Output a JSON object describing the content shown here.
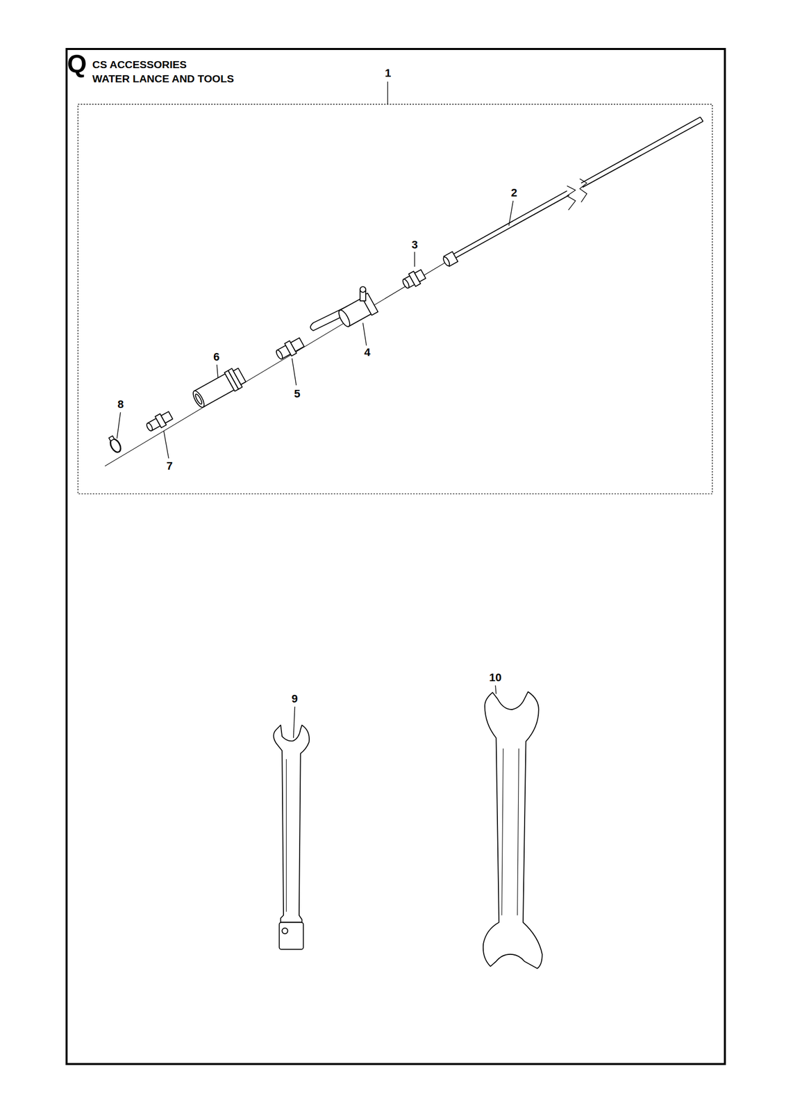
{
  "diagram": {
    "title": "CS ACCESSORIES",
    "labels": [
      "Q",
      "WATER LANCE AND TOOLS",
      "1",
      "2",
      "3",
      "4",
      "5",
      "6",
      "7",
      "8",
      "9",
      "10"
    ]
  }
}
